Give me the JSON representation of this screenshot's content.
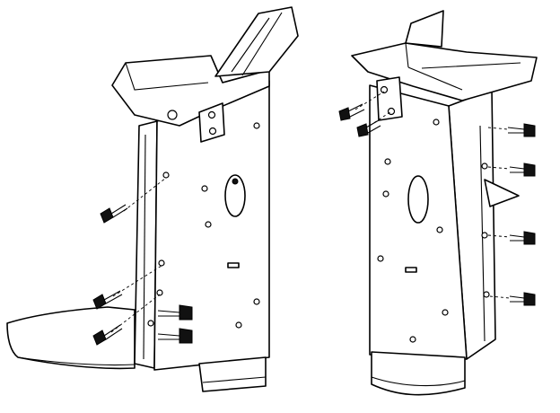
{
  "figure": {
    "views": [
      {
        "id": "left-assembly",
        "fastener_count": 5
      },
      {
        "id": "right-assembly",
        "fastener_count": 6
      }
    ],
    "colors": {
      "ink": "#000000",
      "paper": "#ffffff"
    }
  }
}
